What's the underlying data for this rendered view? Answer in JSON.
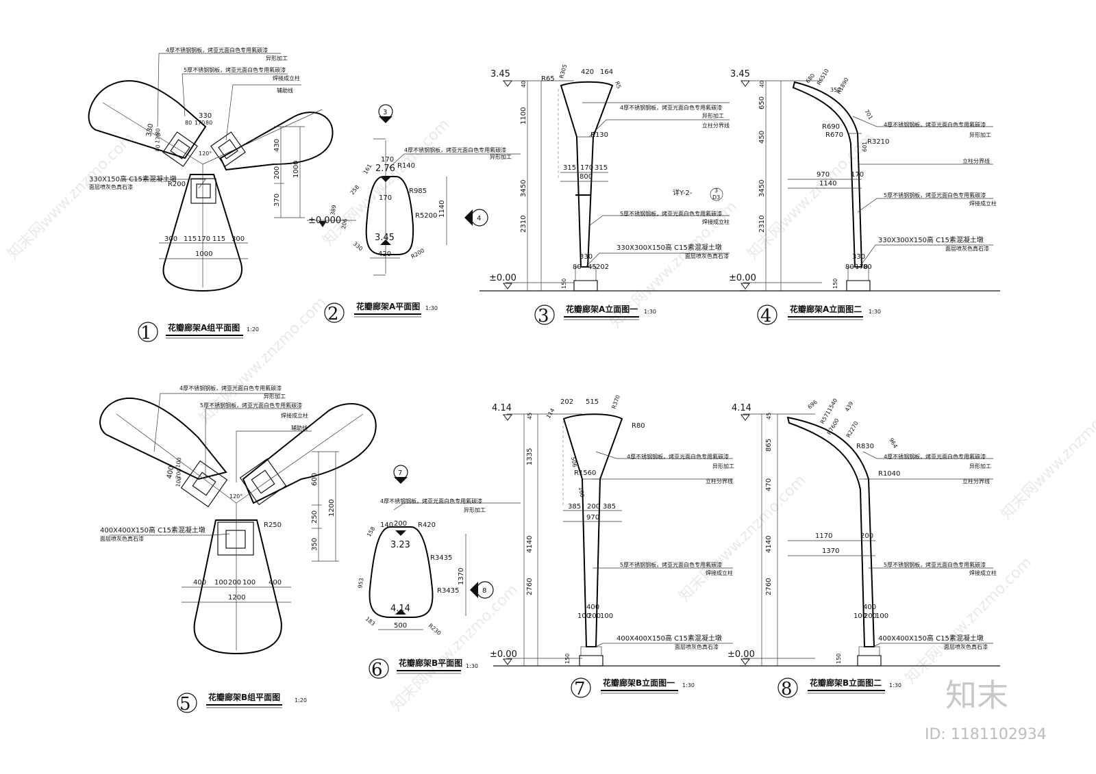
{
  "watermark": {
    "text": "知末网www.znzmo.com",
    "logo": "知末",
    "id": "ID: 1181102934"
  },
  "drawing1": {
    "number": "1",
    "title": "花瓣廊架A组平面图",
    "scale": "1:20",
    "notes": [
      "4厚不锈钢钢板，烤亚光面白色专用氟碳漆",
      "异形加工",
      "5厚不锈钢钢板，烤亚光面白色专用氟碳漆",
      "焊接成立柱",
      "辅助线",
      "330X150高 C15素混凝土墩",
      "面层喷灰色真石漆"
    ],
    "dims": [
      "330",
      "80",
      "170",
      "80",
      "330",
      "80",
      "170",
      "80",
      "120°",
      "R200",
      "430",
      "200",
      "370",
      "1000",
      "300",
      "115",
      "170",
      "115",
      "300",
      "1000"
    ]
  },
  "drawing2": {
    "number": "2",
    "title": "花瓣廊架A平面图",
    "scale": "1:30",
    "section_mark": "3",
    "side_mark": "4",
    "notes": [
      "4厚不锈钢钢板，烤亚光面白色专用氟碳漆",
      "异形加工"
    ],
    "dims": [
      "170",
      "2.76",
      "R140",
      "161",
      "258",
      "R985",
      "389",
      "170",
      "R5200",
      "1140",
      "206",
      "±0.000",
      "3.45",
      "330",
      "420",
      "R200"
    ]
  },
  "drawing3": {
    "number": "3",
    "title": "花瓣廊架A立面图一",
    "scale": "1:30",
    "levels": [
      "3.45",
      "±0.00"
    ],
    "notes": [
      "4厚不锈钢钢板，烤亚光面白色专用氟碳漆",
      "异形加工",
      "立柱分界线",
      "详Y-2-",
      "5厚不锈钢钢板，烤亚光面白色专用氟碳漆",
      "焊接成立柱",
      "330X300X150高 C15素混凝土墩",
      "面层喷灰色真石漆"
    ],
    "dims": [
      "R305",
      "420",
      "164",
      "R5",
      "R65",
      "40",
      "1100",
      "R130",
      "315",
      "170",
      "315",
      "800",
      "3450",
      "2310",
      "330",
      "80",
      "45",
      "202",
      "150",
      "3",
      "D3"
    ]
  },
  "drawing4": {
    "number": "4",
    "title": "花瓣廊架A立面图二",
    "scale": "1:30",
    "levels": [
      "3.45",
      "±0.00"
    ],
    "notes": [
      "4厚不锈钢钢板，烤亚光面白色专用氟碳漆",
      "异形加工",
      "立柱分界线",
      "5厚不锈钢钢板，烤亚光面白色专用氟碳漆",
      "焊接成立柱",
      "330X300X150高 C15素混凝土墩",
      "面层喷灰色真石漆"
    ],
    "dims": [
      "680",
      "R6510",
      "350",
      "R1890",
      "701",
      "40",
      "650",
      "R690",
      "R670",
      "R3210",
      "450",
      "601",
      "970",
      "170",
      "1140",
      "3450",
      "2310",
      "330",
      "80",
      "170",
      "80",
      "150"
    ]
  },
  "drawing5": {
    "number": "5",
    "title": "花瓣廊架B组平面图",
    "scale": "1:20",
    "notes": [
      "4厚不锈钢钢板，烤亚光面白色专用氟碳漆",
      "异形加工",
      "5厚不锈钢钢板，烤亚光面白色专用氟碳漆",
      "焊接成立柱",
      "辅助线",
      "400X400X150高 C15素混凝土墩",
      "面层喷灰色真石漆"
    ],
    "dims": [
      "400",
      "100",
      "200",
      "100",
      "120°",
      "R250",
      "600",
      "250",
      "350",
      "1200",
      "400",
      "100",
      "200",
      "100",
      "400",
      "1200"
    ]
  },
  "drawing6": {
    "number": "6",
    "title": "花瓣廊架B平面图",
    "scale": "1:30",
    "section_mark": "7",
    "side_mark": "8",
    "notes": [
      "4厚不锈钢钢板，烤亚光面白色专用氟碳漆",
      "异形加工"
    ],
    "dims": [
      "140",
      "200",
      "R420",
      "158",
      "3.23",
      "R3435",
      "953",
      "1370",
      "R3435",
      "4.14",
      "183",
      "500",
      "R230"
    ]
  },
  "drawing7": {
    "number": "7",
    "title": "花瓣廊架B立面图一",
    "scale": "1:30",
    "levels": [
      "4.14",
      "±0.00"
    ],
    "notes": [
      "4厚不锈钢钢板，烤亚光面白色专用氟碳漆",
      "异形加工",
      "立柱分界线",
      "5厚不锈钢钢板，烤亚光面白色专用氟碳漆",
      "焊接成立柱",
      "400X400X150高 C15素混凝土墩",
      "面层喷灰色真石漆"
    ],
    "dims": [
      "202",
      "515",
      "R370",
      "114",
      "R80",
      "45",
      "1335",
      "506",
      "R1560",
      "160",
      "385",
      "200",
      "385",
      "970",
      "4140",
      "2760",
      "400",
      "100",
      "200",
      "100",
      "150"
    ]
  },
  "drawing8": {
    "number": "8",
    "title": "花瓣廊架B立面图二",
    "scale": "1:30",
    "levels": [
      "4.14",
      "±0.00"
    ],
    "notes": [
      "4厚不锈钢钢板，烤亚光面白色专用氟碳漆",
      "异形加工",
      "立柱分界线",
      "5厚不锈钢钢板，烤亚光面白色专用氟碳漆",
      "焊接成立柱",
      "400X400X150高 C15素混凝土墩",
      "面层喷灰色真石漆"
    ],
    "dims": [
      "696",
      "R5711540",
      "439",
      "R7600",
      "R2270",
      "964",
      "45",
      "865",
      "R830",
      "R1040",
      "470",
      "1170",
      "200",
      "1370",
      "4140",
      "2760",
      "400",
      "100",
      "200",
      "100",
      "150"
    ]
  }
}
